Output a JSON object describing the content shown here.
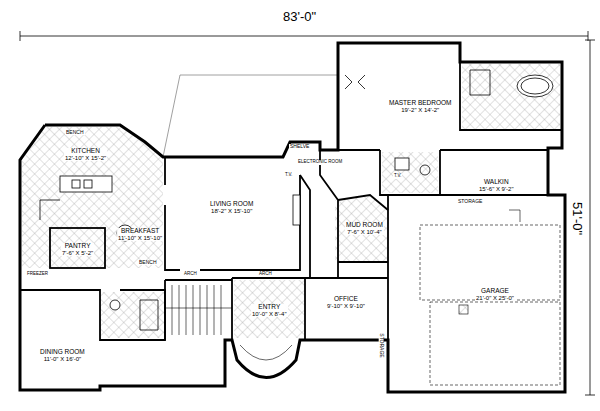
{
  "diagram": {
    "nodes": [
      {
        "text": [
          "MASTER BEDROOM",
          "19'-2\" X 14'-2\""
        ]
      },
      {
        "text": [
          "KITCHEN",
          "12'-10\" X 15'-2\""
        ]
      },
      {
        "text": [
          "LIVING ROOM",
          "18'-2\" X 15'-10\""
        ]
      },
      {
        "text": [
          "WALKIN",
          "15'-6\" X 9'-2\""
        ]
      },
      {
        "text": [
          "BREAKFAST",
          "11'-10\" X 15'-10\""
        ]
      },
      {
        "text": [
          "MUD ROOM",
          "7'-6\" X 10'-4\""
        ]
      },
      {
        "text": [
          "PANTRY",
          "7'-6\" X 5'-2\""
        ]
      },
      {
        "text": [
          "GARAGE",
          "21'-0\" X 25'-0\""
        ]
      },
      {
        "text": [
          "OFFICE",
          "9'-10\" X 9'-10\""
        ]
      },
      {
        "text": [
          "ENTRY",
          "10'-0\" X 8'-4\""
        ]
      },
      {
        "text": [
          "DINING ROOM",
          "11'-0\" X 16'-0\""
        ]
      }
    ],
    "labels": [
      "83'-0\"",
      "51'-0\"",
      "BENCH",
      "BENCH",
      "SHELVE",
      "ELECTRONIC ROOM",
      "T.V.",
      "T.V.",
      "ARCH",
      "ARCH",
      "STORAGE",
      "STORAGE",
      "FREEZER"
    ]
  }
}
